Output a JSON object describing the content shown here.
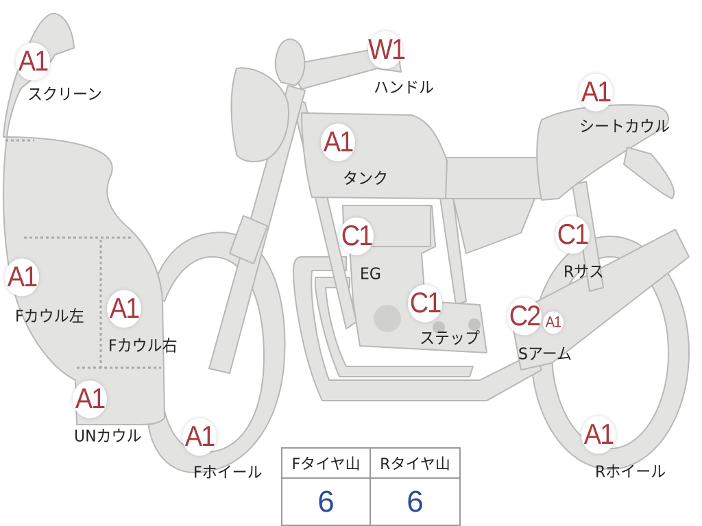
{
  "colors": {
    "part_fill": "#e3e3e1",
    "part_stroke": "#b8b8b6",
    "badge_text": "#a83a40",
    "value_text": "#2b4a9a"
  },
  "parts": {
    "screen": {
      "grade": "A1",
      "label": "スクリーン"
    },
    "handle": {
      "grade": "W1",
      "label": "ハンドル"
    },
    "seat_cowl": {
      "grade": "A1",
      "label": "シートカウル"
    },
    "tank": {
      "grade": "A1",
      "label": "タンク"
    },
    "engine": {
      "grade": "C1",
      "label": "EG"
    },
    "rear_susp": {
      "grade": "C1",
      "label": "Rサス"
    },
    "f_cowl_left": {
      "grade": "A1",
      "label": "Fカウル左"
    },
    "f_cowl_right": {
      "grade": "A1",
      "label": "Fカウル右"
    },
    "step": {
      "grade": "C1",
      "label": "ステップ"
    },
    "swing_arm": {
      "grade": "C2",
      "grade2": "A1",
      "label": "Sアーム"
    },
    "under_cowl": {
      "grade": "A1",
      "label": "UNカウル"
    },
    "f_wheel": {
      "grade": "A1",
      "label": "Fホイール"
    },
    "r_wheel": {
      "grade": "A1",
      "label": "Rホイール"
    }
  },
  "tire_tread": {
    "front_header": "Fタイヤ山",
    "front_value": "6",
    "rear_header": "Rタイヤ山",
    "rear_value": "6"
  }
}
